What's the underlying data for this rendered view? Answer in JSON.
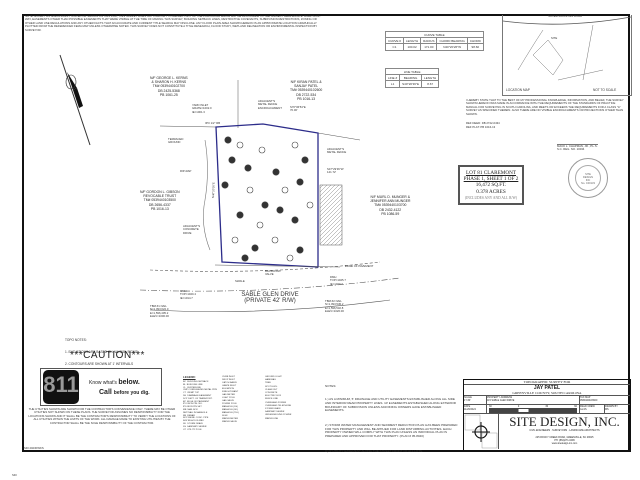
{
  "general_notes": "NOTE: EXCEPT AS SPECIFICALLY STATED OR SHOWN ON THIS PLAT, THIS SURVEY DOES NOT PURPORT TO REFLECT ANY OF THE FOLLOWING WHICH MAY BE APPLICABLE TO THE SUBJECT REAL ESTATE: RIGHTS-OF-WAY, EASEMENTS OTHER THAN POSSIBLE EASEMENTS THAT WERE VISIBLE AT THE TIME OF MAKING THIS SURVEY, BUILDING SETBACK LINES, RESTRICTIVE COVENANTS, SUBDIVISION RESTRICTIONS, ZONING OR OTHER LAND USE REGULATIONS AND ANY OTHER FACTS THAT AN ACCURATE AND CURRENT TITLE SEARCH MAY DISCLOSE. ANY FLOOD PLAIN AREA SHOWN HEREON IS AN APPROXIMATE LOCATION GRAPHICALLY PLOTTED FROM THE REFERENCED FEMA MAP UNLESS OTHERWISE NOTED. THIS SURVEY DOES NOT CONSTITUTE A TITLE RESEARCH, FLOOD STUDY, WETLAND DELINEATION OR ENVIRONMENTAL INSPECTION BY SURVEYOR.",
  "curve_table": {
    "title": "CURVE TABLE",
    "headers": [
      "CURVE #",
      "LENGTH",
      "RADIUS",
      "CHORD BEARING",
      "CHORD"
    ],
    "rows": [
      [
        "C1",
        "100.02",
        "171.00",
        "N40°20'26\"W",
        "98.60"
      ]
    ]
  },
  "line_table": {
    "title": "LINE TABLE",
    "headers": [
      "LINE #",
      "BEARING",
      "LENGTH"
    ],
    "rows": [
      [
        "L1",
        "S40°20'36\"E",
        "8.67"
      ]
    ]
  },
  "location_map": {
    "label": "LOCATION MAP",
    "scale": "NOT TO SCALE",
    "road": "SOVER MOUNTAIN ROAD",
    "site": "SITE"
  },
  "certification": "I HEREBY STATE THAT TO THE BEST OF MY PROFESSIONAL KNOWLEDGE, INFORMATION, AND BELIEF, THE SURVEY SHOWN HEREON WAS MADE IN ACCORDANCE WITH THE REQUIREMENTS OF THE STANDARDS OF PRACTICE MANUAL FOR SURVEYING IN SOUTH CAROLINA, AND MEETS OR EXCEEDS THE REQUIREMENTS FOR A CLASS \"A\" SURVEY AS SPECIFIED THEREIN. ALSO THERE ARE NO VISIBLE ENCROACHMENTS OR PROJECTIONS OTHER THAN SHOWN.",
  "references": [
    "REF DEED: DB 2722-0434",
    "REF PLAT: PB 1016-13"
  ],
  "surveyor": [
    "MACK L. CHAPMAN, JR., P.L.S.",
    "S.C. REG. NO. 10034"
  ],
  "seal": [
    "SITE",
    "DESIGN",
    "INC",
    "No. C00133"
  ],
  "lot_box": {
    "line1": "LOT 81 CLAREMONT",
    "line2": "PHASE 1, SHEET 1 OF 2",
    "line3": "16,472 SQ.FT.",
    "line4": "0.378 ACRES",
    "line5": "(INCLUDES ANY AND ALL R/W)"
  },
  "owners": [
    {
      "id": "kerns",
      "text": "N/F GEORGE L. KERNS\n& SHARON H. KERNS\nTM# 0539440102700\nDB 2425-5368\nPB 1061-25"
    },
    {
      "id": "patel",
      "text": "N/F KIRAN PATEL &\nSANJAY PATEL\nTM# 0539440102600\nDB 2722-534\nPB 1016-13"
    },
    {
      "id": "gibson",
      "text": "N/F GORDON L. GIBSON\nREVOCABLE TRUST\nTM# 0539440103500\nDB 2656-4337\nPB 1016-13"
    },
    {
      "id": "munger",
      "text": "N/F MURL D. MUNGER &\nJENNIFER ANN MUNGER\nTM# 0539440103700\nDB 2432-4122\nPB 1086-59"
    }
  ],
  "plan_labels": {
    "corner_ipo": "IPO 1/2\" RB",
    "metal_fence": "ADJACENT'S\nMETAL FENCE",
    "metal_fence_enc": "ADJACENT'S\nMETAL FENCE\nENCROACHMENT",
    "bearing_top": "S70°06'54\"E\n70.00'",
    "bearing_right": "S47°29'36\"W\n141.72'",
    "bearing_left": "N40°20'26\"E",
    "yard_inlet": "YARD INLET\nGRATE=1002.0\nIE=1001.3",
    "concrete_drive": "ADJACENT'S\nCONCRETE\nDRIVE",
    "terraced_ground": "TERRACED\nGROUND",
    "rip_rap": "RIP-RAP",
    "dmh_left": "DMH\nTOP=1020.4\nIE=1014.7",
    "dmh_right": "DMH\nTOP=1025.7\nIE=1020.7",
    "valve": "BACKFLOW\nVALVE",
    "swale": "SWALE",
    "bm_left": "TBM #1 NAIL\nN=1,093,622.0\nE=1,596,405.2\nELEV=1000.00",
    "bm_right": "TBM #2 NAIL\nN=1,093,545.2\nE=1,596,532.8\nELEV=1020.00",
    "edge_pavement": "EDGE OF PAVEMENT"
  },
  "road": {
    "name": "SABLE GLEN DRIVE",
    "rw": "(PRIVATE 42' R/W)"
  },
  "topo_notes": [
    "TOPO NOTES:",
    "1. ELEVATIONS ARE BASED ON NAVD88 (SCWS)",
    "2. CONTOURS ARE SHOWN AT 1' INTERVALS"
  ],
  "caution": "***CAUTION***",
  "call811": {
    "logo": "811",
    "line1a": "Know what's ",
    "line1b": "below.",
    "line2a": "Call ",
    "line2b": "before you dig."
  },
  "utility_disclaimer": "THE UTILITIES SHOWN ARE SHOWN FOR THE CONTRACTOR'S CONVENIENCE ONLY. THERE MAY BE OTHER UTILITIES NOT SHOWN ON THESE PLANS. THE SURVEYOR ASSUMES NO RESPONSIBILITY FOR THE LOCATIONS SHOWN AND IT SHALL BE THE CONTRACTOR'S RESPONSIBILITY TO VERIFY THE LOCATIONS OF ALL UTILITIES WITHIN THE LIMITS OF THE WORK. ALL DAMAGE MADE TO EXISTING UTILITIES BY THE CONTRACTOR SHALL BE THE SOLE RESPONSIBILITY OF THE CONTRACTOR.",
  "file_id": "SDI 2023FWKS",
  "legend": {
    "title": "LEGEND:",
    "col1": [
      "BC  BUILDING SETBACK",
      "BL  BUILDING LINE",
      "CL  CENTERLINE",
      "CMP CORRUGATED METAL PIPE",
      "CT  CRIMP TOP",
      "DE  DRAINAGE EASEMENT",
      "DOT DEPT. OF TRANSPORT.",
      "EP  EDGE OF PAVEMENT",
      "IPO IRON PIN OLD",
      "IPS IRON PIN SET",
      "MB  MAIL BOX",
      "NMT NAIL IN MANHOLE",
      "RB  REBAR",
      "RCP REINF. CONC. PIPE",
      "R/W RIGHT-OF-WAY",
      "SD  STORM DRAIN",
      "SS  SANITARY SEWER",
      "UT  UTILITY POLE"
    ],
    "col2": [
      "CURB INLET",
      "DROP INLET",
      "CATCH BASIN",
      "GRATE INLET",
      "ELEVATION",
      "FIRE HYDRANT",
      "GAS METER",
      "LIGHT POLE",
      "GAS VALVE",
      "POWER POLE",
      "MANHOLE (SS)",
      "MANHOLE (SD)",
      "MANHOLE (TEL)",
      "SIGN",
      "WATER METER",
      "WATER VALVE"
    ],
    "col3": [
      "GROUND LIGHT",
      "HANDRAIL",
      "TREE",
      "SPOT ELEV.",
      "CLEAN OUT",
      "CONCRETE",
      "ELECTRIC BOX",
      "FENCE LINE",
      "OVERHEAD POWER",
      "OVERHEAD TELEPHONE",
      "STORM DRAIN",
      "SANITARY SEWER",
      "UNDERGROUND POWER",
      "WATER LINE"
    ]
  },
  "notes": {
    "title": "NOTES:",
    "items": [
      "1.) AS A MINIMUM, 5' DRAINAGE AND UTILITY EASEMENTS ESTABLISHED ALONG ALL SIDE AND INTERIOR REAR PROPERTY LINES. 10' EASEMENTS ESTABLISHED ALONG EXTERIOR BOUNDARY OF SUBDIVISION UNLESS ADJOINING OWNERS HAVE ESTABLISHED EASEMENTS.",
      "2.) STORM WATER MANAGEMENT AND SEDIMENT REDUCTION PLAN HAS BEEN PREPARED FOR THIS PROPERTY AND WILL BE APPLIED FOR LAND DISTURBING ACTIVITIES. EACH PROPERTY OWNER WILL COMPLY WITH THIS PLAN UNLESS AN INDIVIDUAL PLAN IS PREPARED AND APPROVED FOR THAT PROPERTY. (PLAN # 05-8040)",
      "3.) 5' UTILITY EASEMENT ALONG THE STREET FRONT OF ALL LOTS."
    ]
  },
  "title_block": {
    "survey_type": "TOPOGRAPHIC SURVEY FOR",
    "client": "JAY PATEL",
    "county": "GREENVILLE COUNTY, SOUTH CAROLINA",
    "scale_label": "SCALE",
    "scale": "1\"=30'",
    "address_label": "PROPERTY ADDRESS",
    "address": "115 SABLE GLEN DRIVE",
    "tax_label": "TAX MAP",
    "tax": "0539440103600",
    "date_label": "DATE",
    "date": "11/26/2024",
    "bar_ticks": [
      "30",
      "0",
      "30",
      "60"
    ],
    "field_label": "FIELD CREW",
    "field": "GL/JS",
    "drawn_label": "DRAWN BY",
    "drawn": "MS",
    "company": "SITE DESIGN, INC.",
    "company_sub": "CIVIL ENGINEERS · SURVEYORS · LANDSCAPE ARCHITECTS",
    "company_addr": "225 ROCKY CREEK ROAD, GREENVILLE, SC 29615",
    "company_phone": "PH: (864)271-0496",
    "company_web": "www.sitedesign-inc.com"
  },
  "footer_mark": "SDI"
}
